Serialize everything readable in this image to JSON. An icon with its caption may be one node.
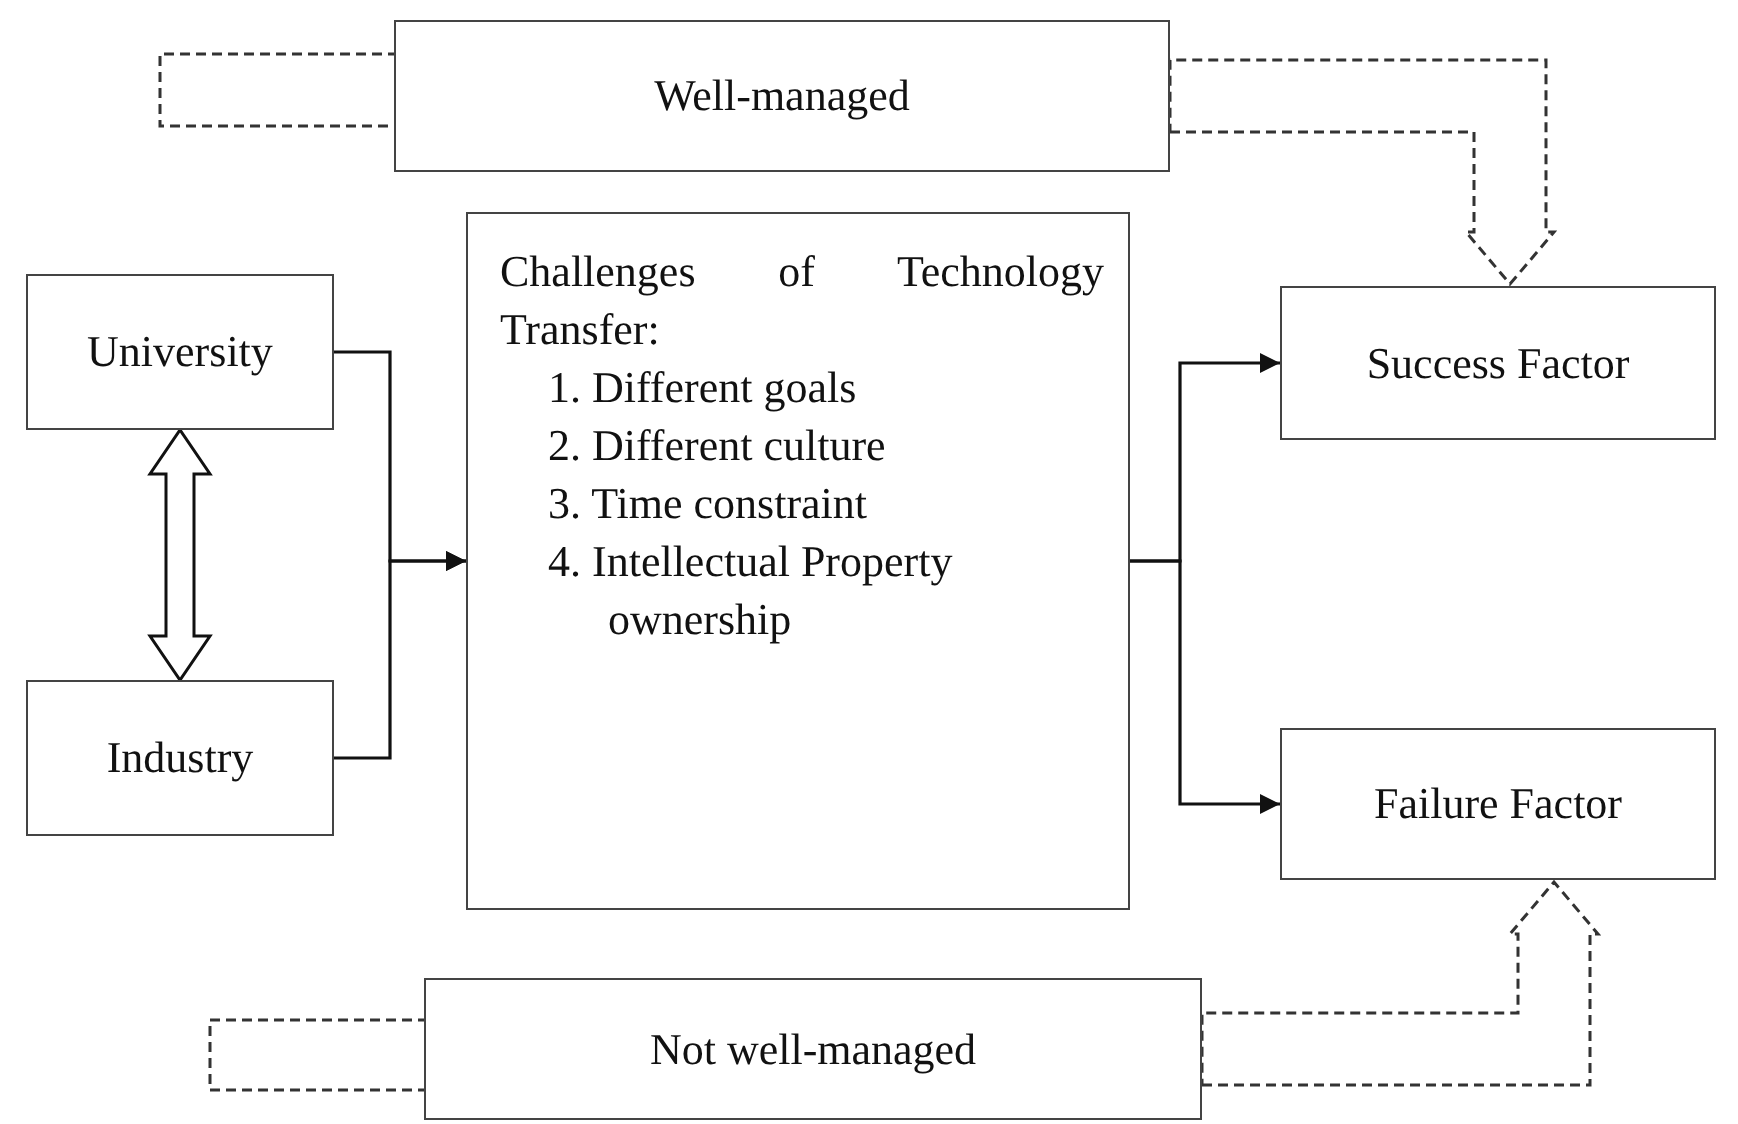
{
  "diagram": {
    "nodes": [
      {
        "text": [
          "Well-managed"
        ]
      },
      {
        "text": [
          "University"
        ]
      },
      {
        "text": [
          "Industry"
        ]
      },
      {
        "text": [
          "Challenges of Technology Transfer:",
          "1. Different goals",
          "2. Different culture",
          "3. Time constraint",
          "4. Intellectual Property ownership"
        ]
      },
      {
        "text": [
          "Success Factor"
        ]
      },
      {
        "text": [
          "Failure Factor"
        ]
      },
      {
        "text": [
          "Not well-managed"
        ]
      }
    ],
    "edges": [
      {
        "from": 1,
        "to": 3,
        "arrow": "to"
      },
      {
        "from": 2,
        "to": 3,
        "arrow": "to"
      },
      {
        "from": 1,
        "to": 2,
        "arrow": "both",
        "style": "thick"
      },
      {
        "from": 3,
        "to": 4,
        "arrow": "to"
      },
      {
        "from": 3,
        "to": 5,
        "arrow": "to"
      },
      {
        "from": 0,
        "to": 4,
        "arrow": "to",
        "style": "dashed"
      },
      {
        "from": 6,
        "to": 5,
        "arrow": "to",
        "style": "dashed"
      }
    ]
  }
}
